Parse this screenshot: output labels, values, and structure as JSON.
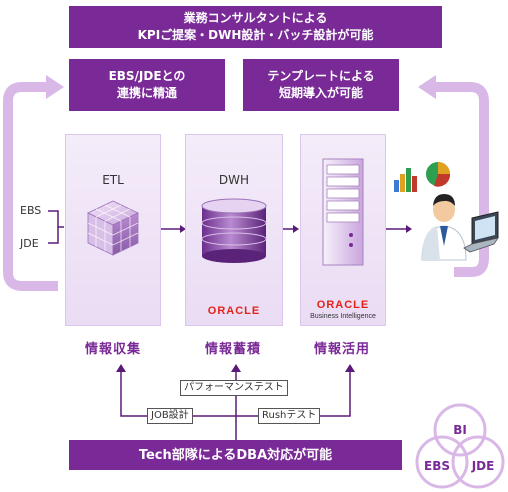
{
  "top_banner": {
    "line1": "業務コンサルタントによる",
    "line2": "KPIご提案・DWH設計・バッチ設計が可能"
  },
  "sub_banners": [
    {
      "line1": "EBS/JDEとの",
      "line2": "連携に精通"
    },
    {
      "line1": "テンプレートによる",
      "line2": "短期導入が可能"
    }
  ],
  "sources": [
    "EBS",
    "JDE"
  ],
  "panels": [
    {
      "label": "ETL",
      "stage": "情報収集"
    },
    {
      "label": "DWH",
      "stage": "情報蓄積",
      "brand": "ORACLE"
    },
    {
      "label": "",
      "stage": "情報活用",
      "brand": "ORACLE",
      "brand_sub": "Business Intelligence"
    }
  ],
  "tags": {
    "performance": "パフォーマンステスト",
    "job": "JOB設計",
    "rush": "Rushテスト"
  },
  "bottom_banner": "Tech部隊によるDBA対応が可能",
  "venn": [
    "BI",
    "EBS",
    "JDE"
  ],
  "colors": {
    "purple": "#7a2a97",
    "light_purple": "#d9b8e8",
    "panel_bg": "#efe4f7",
    "oracle_red": "#e2231a"
  },
  "icons": [
    "loop-arrow-icon",
    "cube-icon",
    "database-cylinder-icon",
    "server-tower-icon",
    "user-icon",
    "laptop-icon",
    "bar-chart-icon",
    "pie-chart-icon"
  ]
}
